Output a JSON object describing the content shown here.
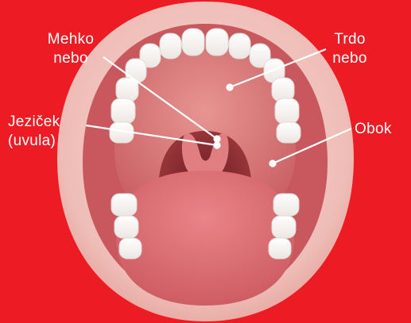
{
  "labels": {
    "soft_palate": {
      "line1": "Mehko",
      "line2": "nebo"
    },
    "hard_palate": {
      "line1": "Trdo",
      "line2": "nebo"
    },
    "uvula": {
      "line1": "Jeziček",
      "line2": "(uvula)"
    },
    "arch": {
      "line1": "Obok"
    }
  },
  "colors": {
    "background": "#ed1c24",
    "lips": "#f2c9c4",
    "palate": "#d9787a",
    "throat": "#8e2e32",
    "tongue": "#d9696f",
    "teeth": "#ffffff",
    "lines": "#ffffff"
  }
}
